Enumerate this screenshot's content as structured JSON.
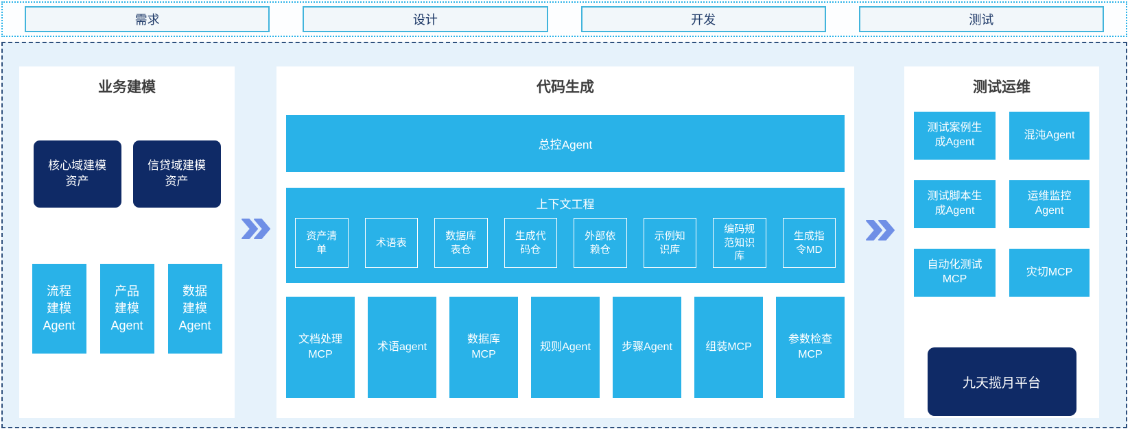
{
  "phases": [
    "需求",
    "设计",
    "开发",
    "测试"
  ],
  "panels": {
    "business": {
      "title": "业务建模",
      "assets": [
        "核心域建模\n资产",
        "信贷域建模\n资产"
      ],
      "agents": [
        "流程\n建模\nAgent",
        "产品\n建模\nAgent",
        "数据\n建模\nAgent"
      ]
    },
    "codegen": {
      "title": "代码生成",
      "master_agent": "总控Agent",
      "context": {
        "title": "上下文工程",
        "items": [
          "资产清\n单",
          "术语表",
          "数据库\n表仓",
          "生成代\n码仓",
          "外部依\n赖仓",
          "示例知\n识库",
          "编码规\n范知识\n库",
          "生成指\n令MD"
        ]
      },
      "mcps": [
        "文档处理\nMCP",
        "术语agent",
        "数据库\nMCP",
        "规则Agent",
        "步骤Agent",
        "组装MCP",
        "参数检查\nMCP"
      ]
    },
    "testops": {
      "title": "测试运维",
      "boxes": [
        "测试案例生\n成Agent",
        "混沌Agent",
        "测试脚本生\n成Agent",
        "运维监控\nAgent",
        "自动化测试\nMCP",
        "灾切MCP"
      ],
      "platform": "九天揽月平台"
    }
  },
  "icons": {
    "flow_arrow": "double-chevron-right"
  },
  "colors": {
    "cyan": "#29b2e8",
    "navy": "#0f2a66",
    "band_background": "#e6f2fb",
    "band_border": "#2d4f7c",
    "phase_border": "#41b4dc",
    "chevron": "#6f8fe6",
    "title_text": "#3d3d3d",
    "phase_text": "#1f3a68"
  }
}
